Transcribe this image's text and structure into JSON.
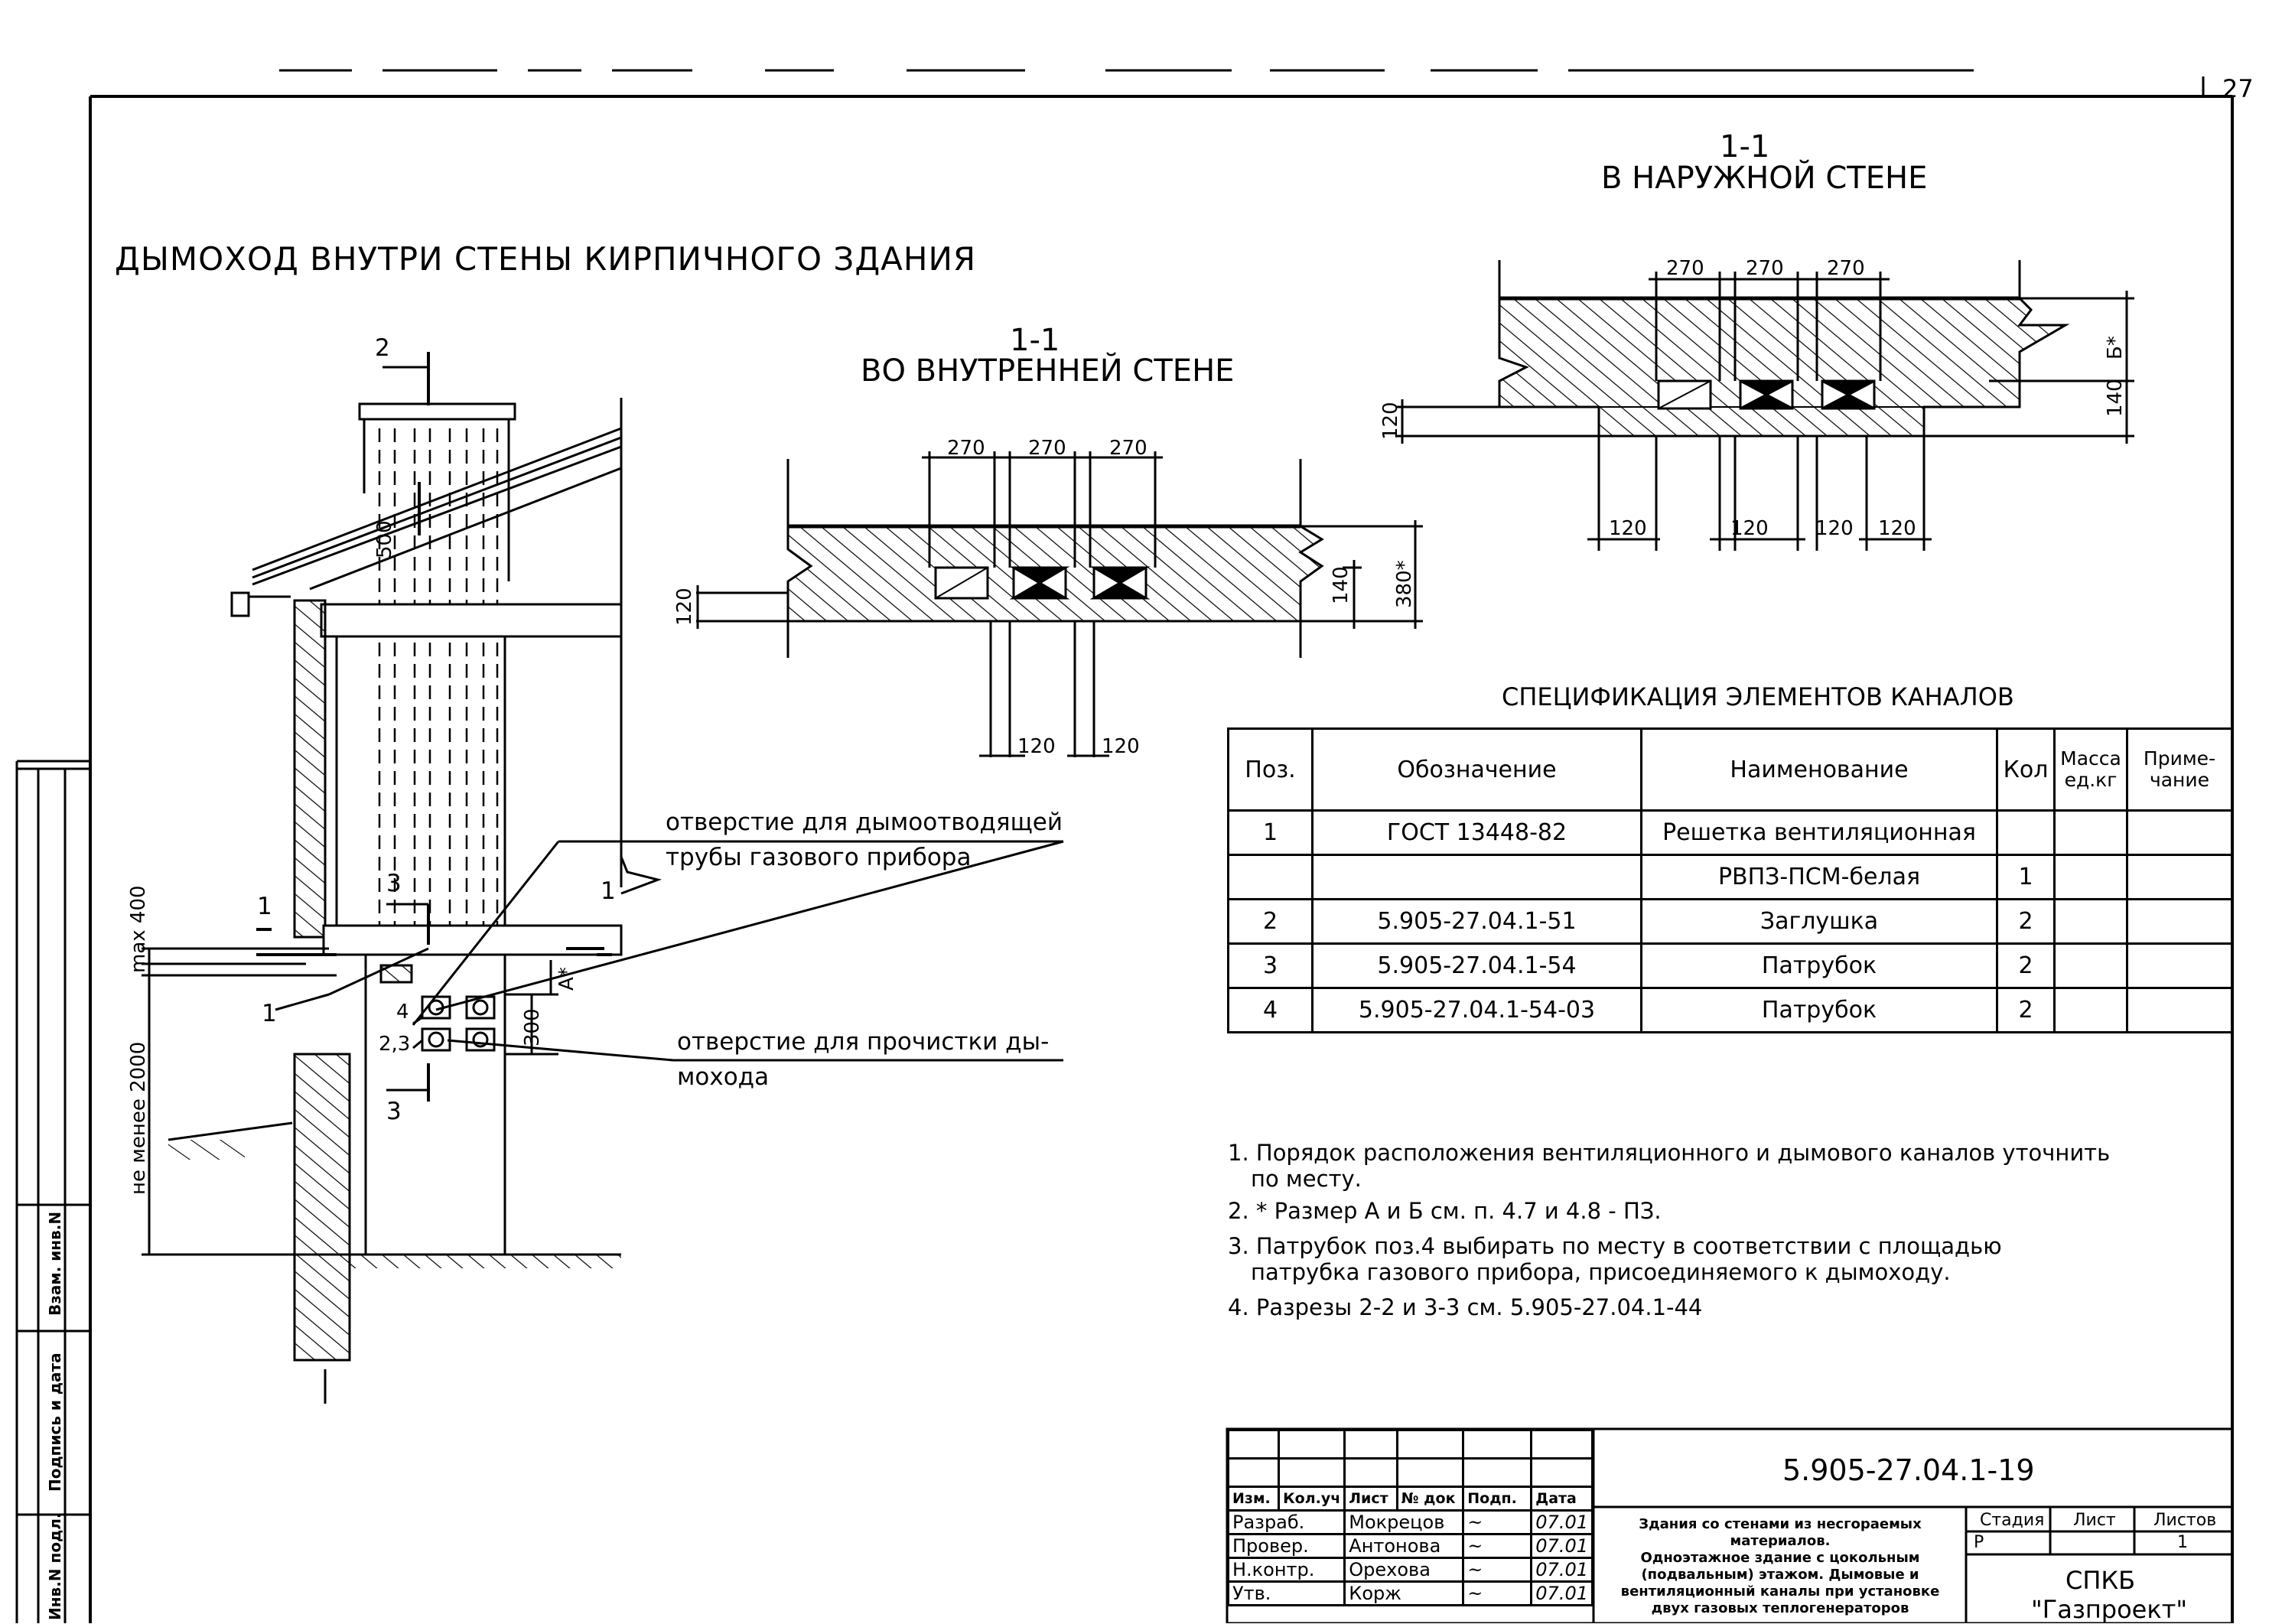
{
  "sheet": {
    "page_number": "27",
    "main_title": "ДЫМОХОД ВНУТРИ СТЕНЫ КИРПИЧНОГО ЗДАНИЯ"
  },
  "section_inner": {
    "label": "1-1",
    "subtitle": "ВО ВНУТРЕННЕЙ СТЕНЕ",
    "dims_top": [
      "270",
      "270",
      "270"
    ],
    "dims_bottom": [
      "120",
      "120"
    ],
    "dim_left": "120",
    "dim_right_inner": "140",
    "dim_right_outer": "380*"
  },
  "section_outer": {
    "label": "1-1",
    "subtitle": "В НАРУЖНОЙ СТЕНЕ",
    "dims_top": [
      "270",
      "270",
      "270"
    ],
    "dims_bottom": [
      "120",
      "120",
      "120",
      "120"
    ],
    "dim_left": "120",
    "dim_right_b": "Б*",
    "dim_right_140": "140"
  },
  "elevation": {
    "cut_labels": [
      "2",
      "1",
      "1",
      "3",
      "3",
      "1"
    ],
    "callouts": [
      "4",
      "2,3"
    ],
    "dims": {
      "max400": "max 400",
      "min2000": "не менее 2000",
      "a_star": "A*",
      "d300": "300",
      "d_top": "500"
    },
    "leader_1_line1": "отверстие для дымоотводящей",
    "leader_1_line2": "трубы газового прибора",
    "leader_2_line1": "отверстие для прочистки ды-",
    "leader_2_line2": "мохода"
  },
  "spec": {
    "title": "СПЕЦИФИКАЦИЯ ЭЛЕМЕНТОВ КАНАЛОВ",
    "headers": [
      "Поз.",
      "Обозначение",
      "Наименование",
      "Кол",
      "Масса ед.кг",
      "Приме-чание"
    ],
    "h_mass_1": "Масса",
    "h_mass_2": "ед.кг",
    "h_note_1": "Приме-",
    "h_note_2": "чание",
    "rows": [
      [
        "1",
        "ГОСТ 13448-82",
        "Решетка вентиляционная",
        "",
        "",
        ""
      ],
      [
        "",
        "",
        "РВПЗ-ПСМ-белая",
        "1",
        "",
        ""
      ],
      [
        "2",
        "5.905-27.04.1-51",
        "Заглушка",
        "2",
        "",
        ""
      ],
      [
        "3",
        "5.905-27.04.1-54",
        "Патрубок",
        "2",
        "",
        ""
      ],
      [
        "4",
        "5.905-27.04.1-54-03",
        "Патрубок",
        "2",
        "",
        ""
      ]
    ]
  },
  "notes": [
    [
      "1. Порядок расположения вентиляционного и дымового каналов уточнить",
      "по месту."
    ],
    [
      "2. * Размер А и Б см. п. 4.7 и 4.8 - ПЗ.",
      ""
    ],
    [
      "3. Патрубок поз.4 выбирать по месту в соответствии с площадью",
      "патрубка газового прибора, присоединяемого к дымоходу."
    ],
    [
      "4. Разрезы 2-2 и 3-3 см. 5.905-27.04.1-44",
      ""
    ]
  ],
  "title_block": {
    "code": "5.905-27.04.1-19",
    "head_cols": [
      "Изм.",
      "Кол.уч",
      "Лист",
      "№ док",
      "Подп.",
      "Дата"
    ],
    "rows": [
      {
        "role": "Разраб.",
        "name": "Мокрецов",
        "date": "07.01"
      },
      {
        "role": "Провер.",
        "name": "Антонова",
        "date": "07.01"
      },
      {
        "role": "Н.контр.",
        "name": "Орехова",
        "date": "07.01"
      },
      {
        "role": "Утв.",
        "name": "Корж",
        "date": "07.01"
      }
    ],
    "description": [
      "Здания со стенами из несгораемых",
      "материалов.",
      "Одноэтажное здание с цокольным",
      "(подвальным) этажом. Дымовые и",
      "вентиляционный каналы при установке",
      "двух газовых теплогенераторов"
    ],
    "stage_label": "Стадия",
    "sheet_label": "Лист",
    "sheets_label": "Листов",
    "stage_value": "Р",
    "sheet_value": "",
    "sheets_value": "1",
    "org_line1": "СПКБ",
    "org_line2": "\"Газпроект\""
  },
  "side_stamp": [
    "Взам. инв.N",
    "Подпись и дата",
    "Инв.N подл."
  ]
}
